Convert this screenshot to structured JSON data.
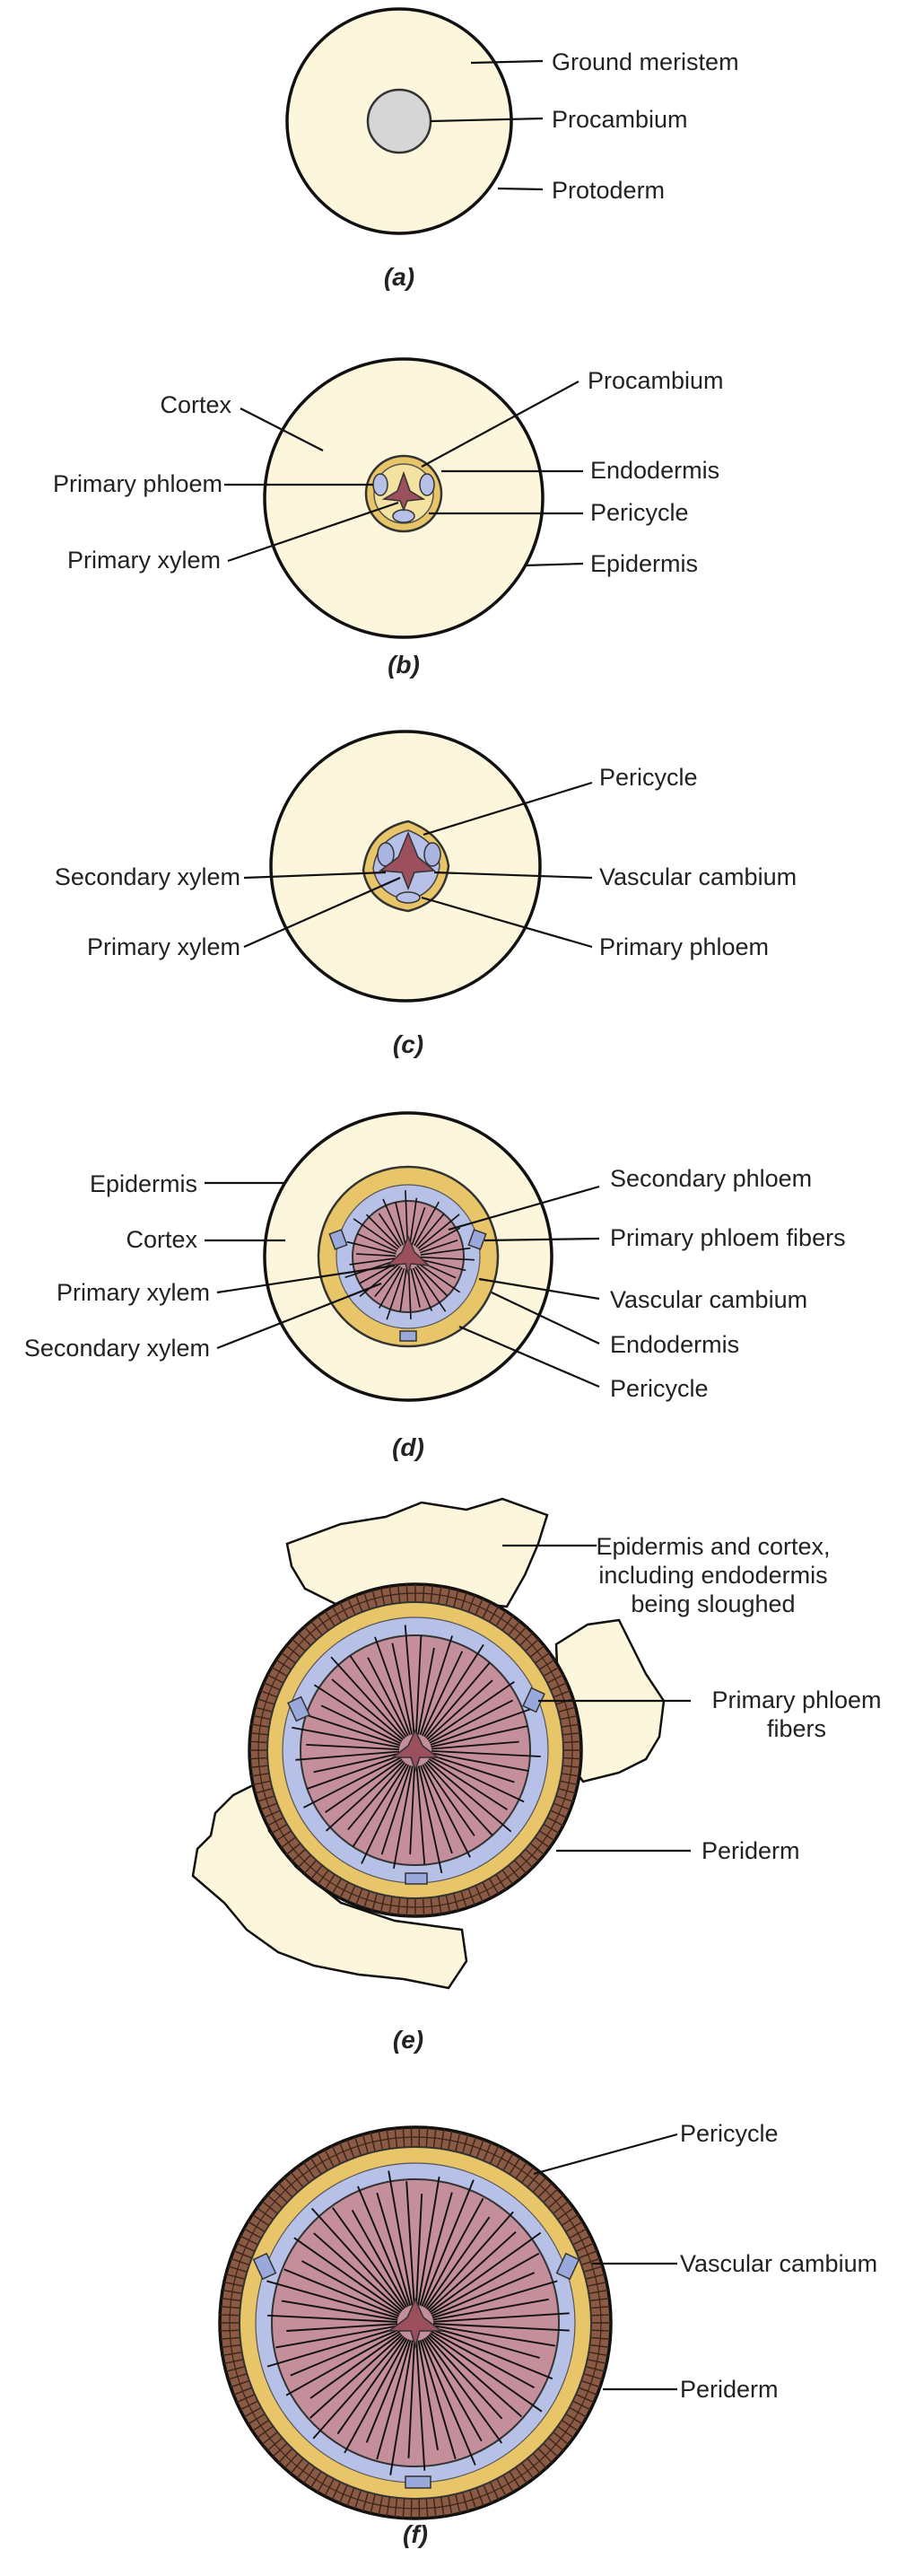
{
  "colors": {
    "cream": "#fbf6dc",
    "ground_dot": "#d6d6d6",
    "yellow": "#e9c56a",
    "blue": "#b7c0e6",
    "pink": "#c48f9a",
    "xylem": "#9c4f5d",
    "periderm": "#8a5a44"
  },
  "panels": [
    {
      "caption": "(a)",
      "labels": [
        "Ground meristem",
        "Procambium",
        "Protoderm"
      ]
    },
    {
      "caption": "(b)",
      "labels": [
        "Cortex",
        "Procambium",
        "Primary phloem",
        "Endodermis",
        "Pericycle",
        "Primary xylem",
        "Epidermis"
      ]
    },
    {
      "caption": "(c)",
      "labels": [
        "Pericycle",
        "Secondary xylem",
        "Vascular cambium",
        "Primary xylem",
        "Primary phloem"
      ]
    },
    {
      "caption": "(d)",
      "labels": [
        "Epidermis",
        "Secondary phloem",
        "Cortex",
        "Primary phloem fibers",
        "Primary xylem",
        "Vascular cambium",
        "Secondary xylem",
        "Endodermis",
        "Pericycle"
      ]
    },
    {
      "caption": "(e)",
      "labels": [
        "Epidermis and cortex,",
        "including endodermis",
        "being sloughed",
        "Primary phloem",
        "fibers",
        "Periderm"
      ]
    },
    {
      "caption": "(f)",
      "labels": [
        "Pericycle",
        "Vascular cambium",
        "Periderm"
      ]
    }
  ]
}
